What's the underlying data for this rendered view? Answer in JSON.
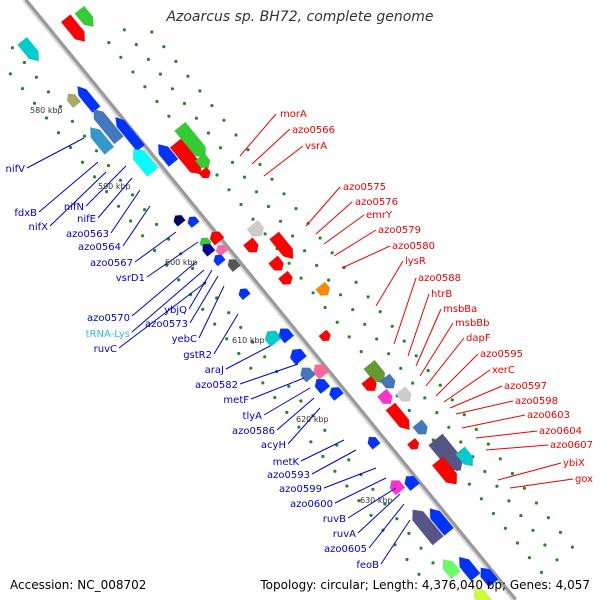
{
  "title": "Azoarcus sp. BH72, complete genome",
  "accession": "Accession: NC_008702",
  "summary": "Topology: circular; Length: 4,376,040 bp; Genes: 4,057",
  "colors": {
    "backbone": "#999999",
    "label_left": "#0000cc",
    "label_right": "#ee0000",
    "trna": "#33bbdd",
    "tick_dot": "#228822"
  },
  "scale_labels": [
    "580 kbp",
    "590 kbp",
    "600 kbp",
    "610 kbp",
    "620 kbp",
    "630 kbp"
  ],
  "left_labels": [
    "nifV",
    "fdxB",
    "nifX",
    "nifN",
    "nifE",
    "azo0563",
    "azo0564",
    "azo0567",
    "vsrD1",
    "azo0570",
    "tRNA-Lys",
    "ybjQ",
    "azo0573",
    "ruvC",
    "yebC",
    "gstR2",
    "araJ",
    "azo0582",
    "metF",
    "tlyA",
    "azo0586",
    "acyH",
    "metK",
    "azo0593",
    "azo0599",
    "azo0600",
    "ruvB",
    "ruvA",
    "azo0605",
    "feoB"
  ],
  "right_labels": [
    "morA",
    "azo0566",
    "vsrA",
    "azo0575",
    "azo0576",
    "emrY",
    "azo0579",
    "azo0580",
    "lysR",
    "azo0588",
    "htrB",
    "msbBa",
    "msbBb",
    "dapF",
    "azo0595",
    "xerC",
    "azo0597",
    "azo0598",
    "azo0603",
    "azo0604",
    "azo0607",
    "ybiX",
    "gox"
  ]
}
